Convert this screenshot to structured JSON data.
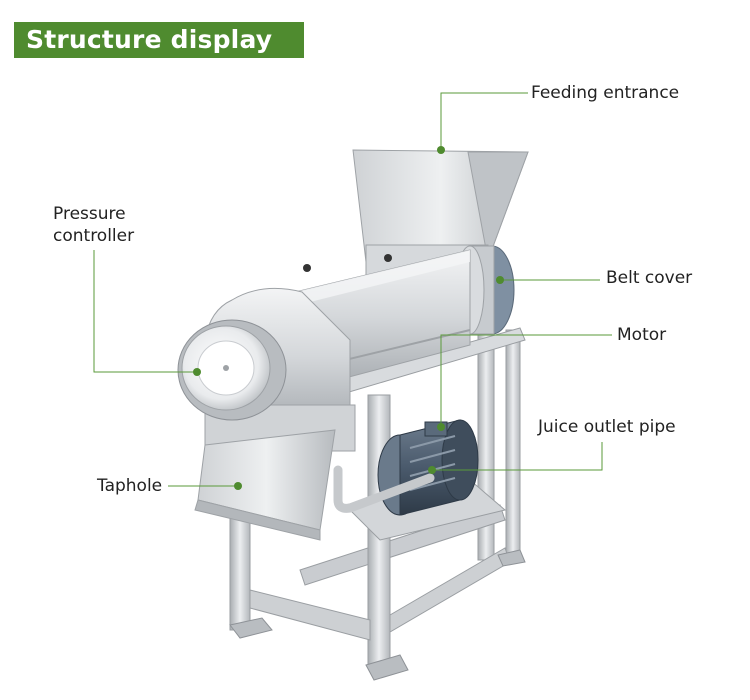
{
  "header": {
    "title": "Structure display",
    "banner_color": "#4f8b2f"
  },
  "callouts": {
    "feeding_entrance": "Feeding entrance",
    "belt_cover": "Belt cover",
    "pressure_controller": "Pressure\ncontroller",
    "motor": "Motor",
    "juice_outlet_pipe": "Juice outlet pipe",
    "taphole": "Taphole"
  },
  "colors": {
    "leader_line": "#5a9a3a",
    "leader_dot": "#4f8b2f",
    "steel_light": "#e2e4e6",
    "steel_mid": "#c3c6c9",
    "steel_dark": "#8e9297",
    "motor_blue": "#4a5a6c"
  }
}
